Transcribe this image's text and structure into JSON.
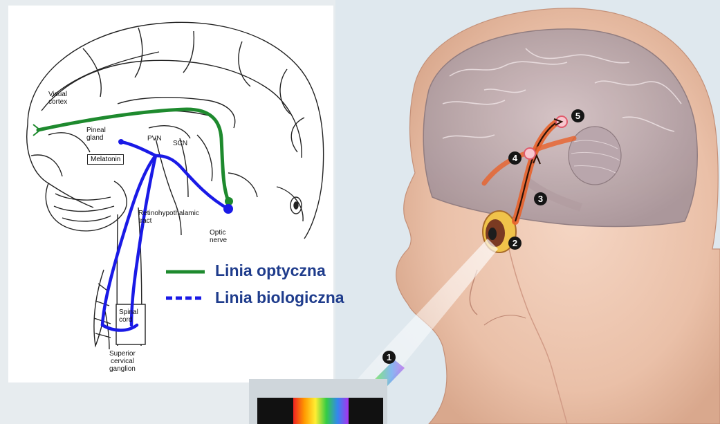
{
  "left_diagram": {
    "labels": {
      "visual_cortex": "Visual\ncortex",
      "pineal_gland": "Pineal\ngland",
      "melatonin": "Melatonin",
      "pvn": "PVN",
      "scn": "SCN",
      "retinohypothalamic_tract": "Retinohypothalamic\ntract",
      "optic_nerve": "Optic\nnerve",
      "spinal_cord": "Spinal\ncord",
      "superior_cervical_ganglion": "Superior\ncervical\nganglion"
    }
  },
  "legend": {
    "items": [
      {
        "label": "Linia optyczna",
        "color": "#1e8a2e",
        "style": "solid"
      },
      {
        "label": "Linia biologiczna",
        "color": "#1a1ae6",
        "style": "dashed"
      }
    ]
  },
  "right_illustration": {
    "markers": [
      "1",
      "2",
      "3",
      "4",
      "5"
    ],
    "pathway_color": "#e8622a"
  }
}
